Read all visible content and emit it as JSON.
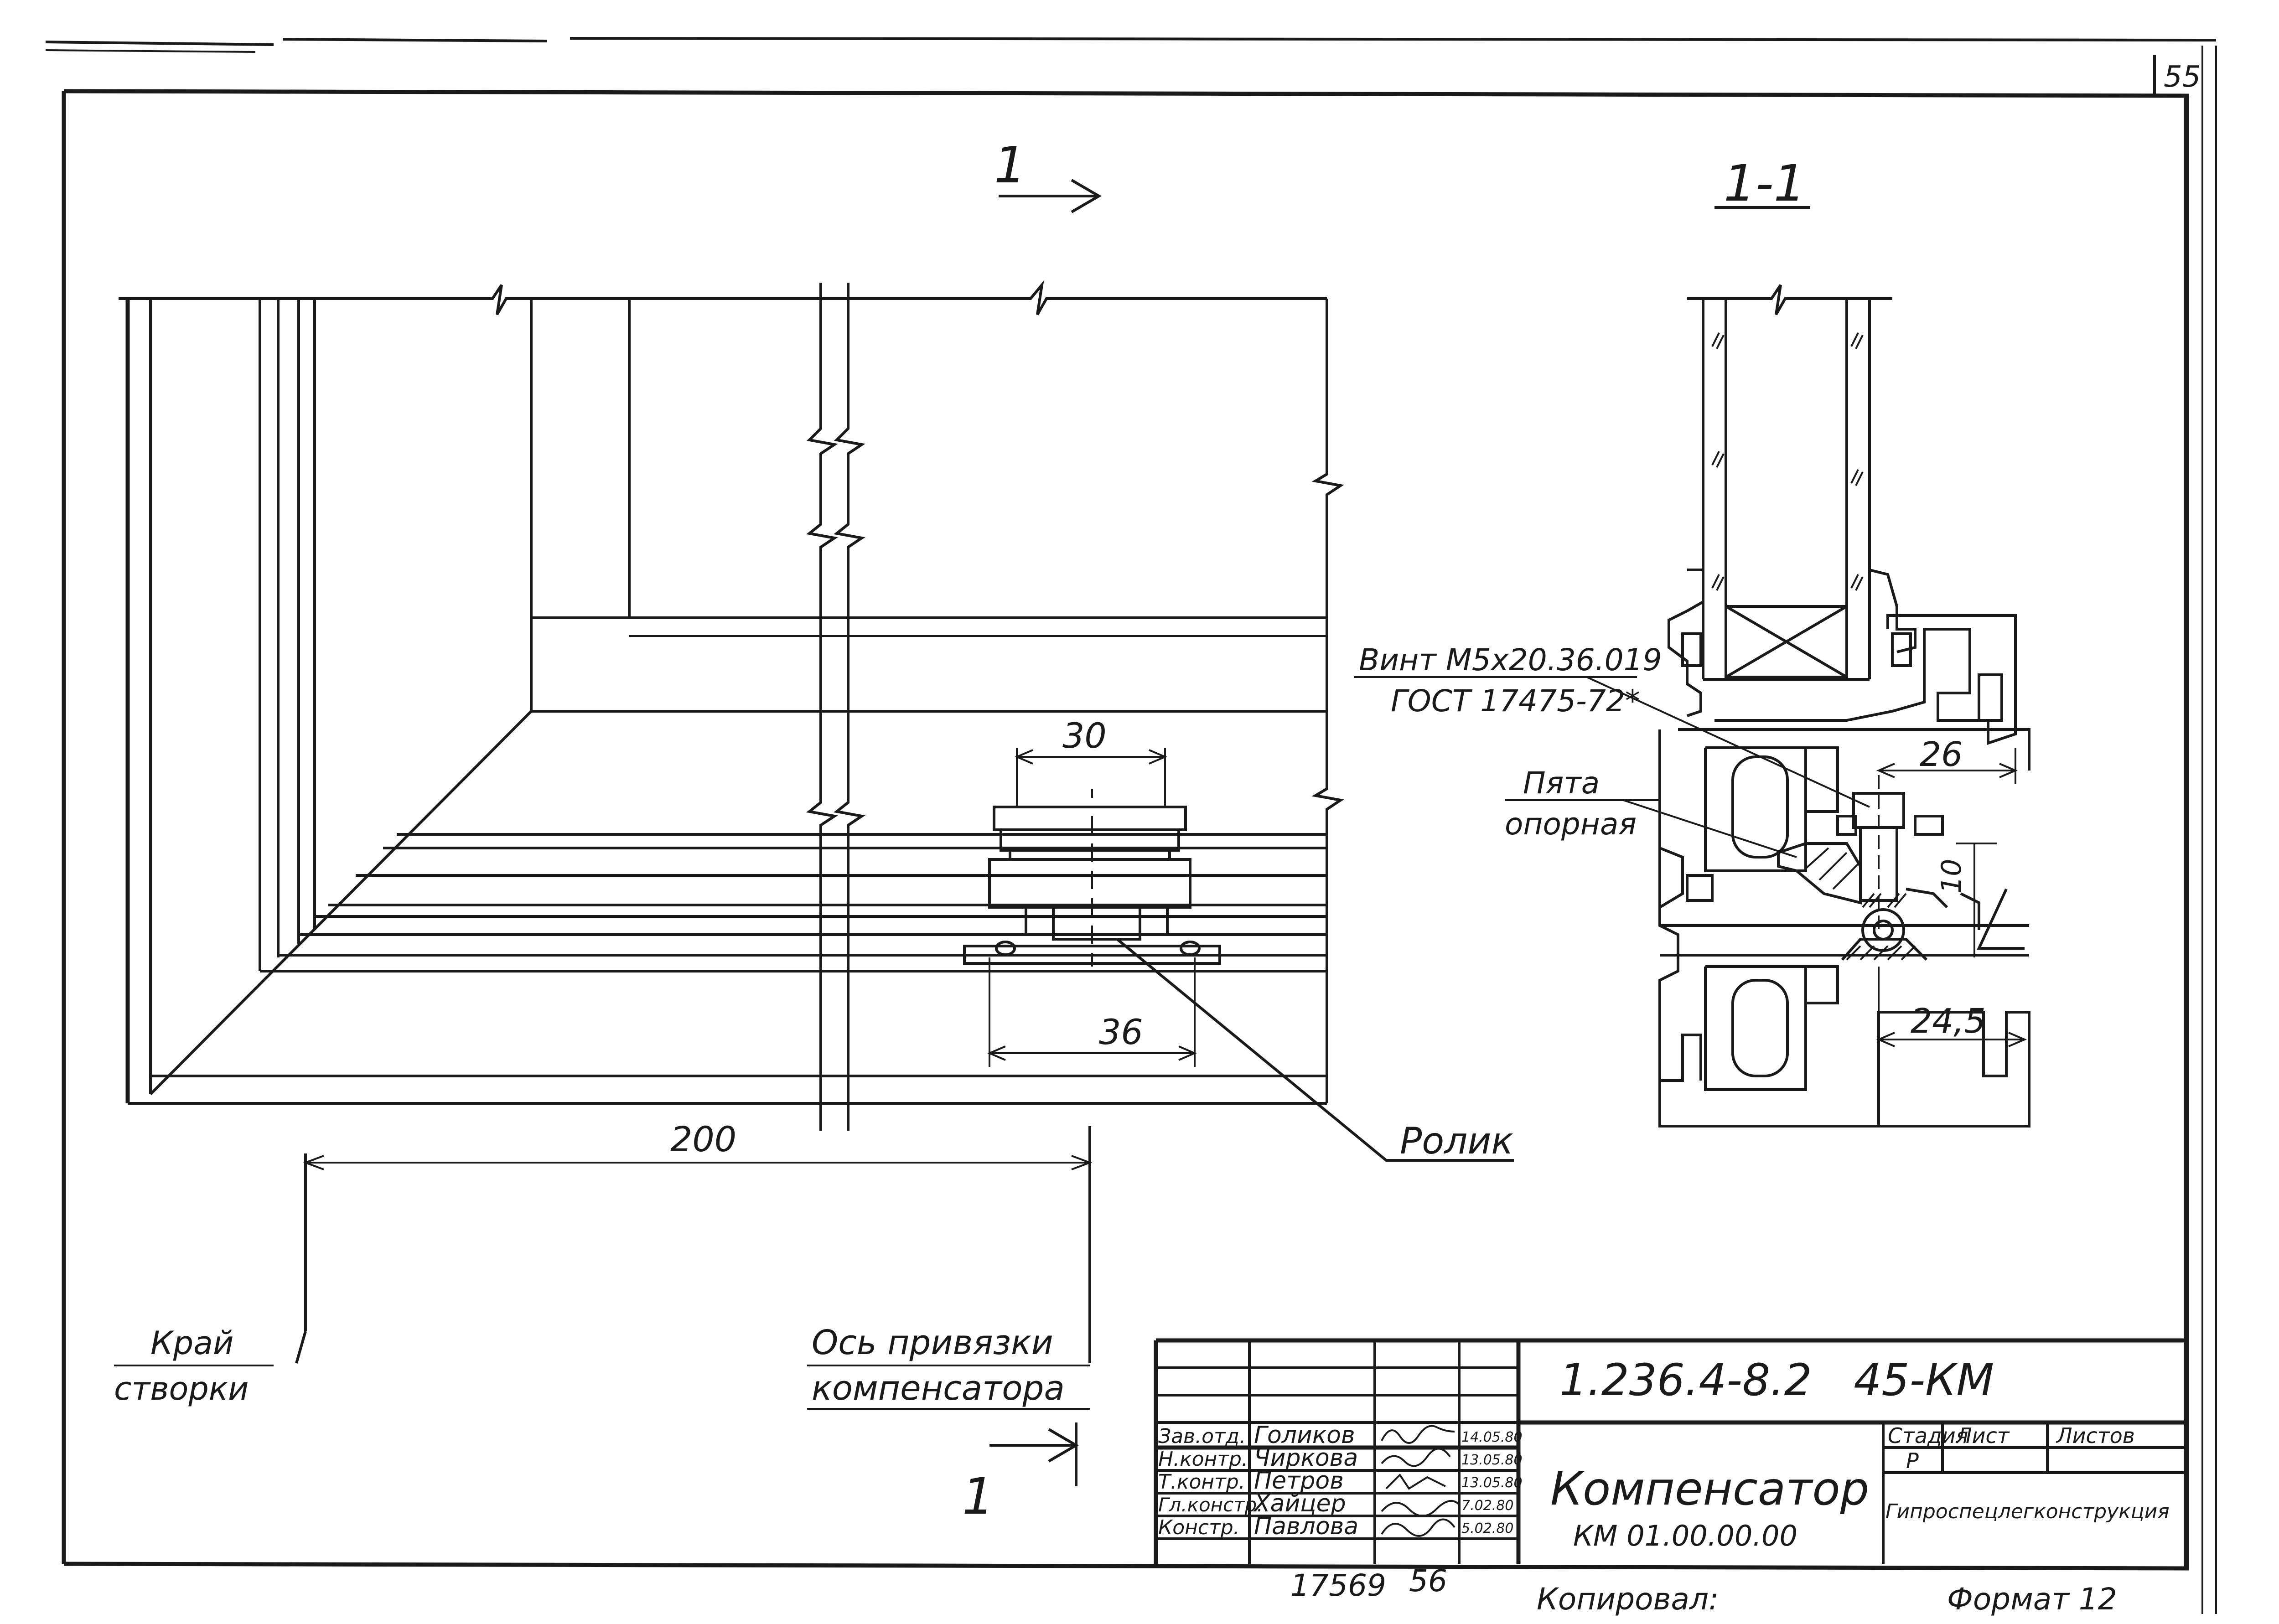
{
  "sheet": {
    "number": "55"
  },
  "view": {
    "label": "1",
    "section_label": "1-1",
    "section_mark_bottom": "1"
  },
  "dimensions": {
    "d30": "30",
    "d36": "36",
    "d200": "200",
    "d26": "26",
    "d10": "10",
    "d24_5": "24,5"
  },
  "callouts": {
    "screw_line1": "Винт М5х20.36.019",
    "screw_line2": "ГОСТ 17475-72*",
    "heel_line1": "Пята",
    "heel_line2": "опорная",
    "roller": "Ролик",
    "edge_line1": "Край",
    "edge_line2": "створки",
    "axis_line1": "Ось привязки",
    "axis_line2": "компенсатора"
  },
  "title_block": {
    "designation": "1.236.4-8.2   45-КМ",
    "title": "Компенсатор",
    "code": "КМ 01.00.00.00",
    "stage_header": "Стадия",
    "sheet_header": "Лист",
    "sheets_header": "Листов",
    "stage_value": "Р",
    "organization": "Гипроспецлегконструкция",
    "signers": [
      {
        "role": "Зав.отд.",
        "name": "Голиков",
        "date": "14.05.80"
      },
      {
        "role": "Н.контр.",
        "name": "Чиркова",
        "date": "13.05.80"
      },
      {
        "role": "Т.контр.",
        "name": "Петров",
        "date": "13.05.80"
      },
      {
        "role": "Гл.констр.",
        "name": "Хайцер",
        "date": "7.02.80"
      },
      {
        "role": "Констр.",
        "name": "Павлова",
        "date": "5.02.80"
      }
    ]
  },
  "footer": {
    "inventory": "17569",
    "page": "56",
    "copied": "Копировал:",
    "format": "Формат 12"
  }
}
